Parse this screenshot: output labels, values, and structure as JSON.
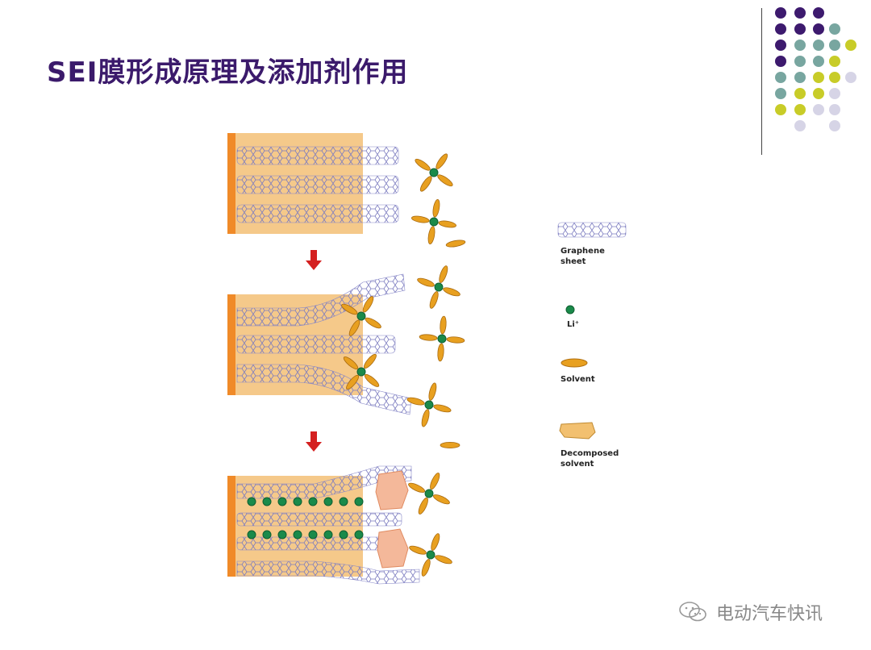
{
  "title": "SEI膜形成原理及添加剂作用",
  "legend": {
    "graphene": "Graphene\nsheet",
    "li": "Li⁺",
    "solvent": "Solvent",
    "decomposed": "Decomposed\nsolvent"
  },
  "watermark": "电动汽车快讯",
  "colors": {
    "title": "#3b1a6b",
    "electrode": "#f5c98a",
    "collector": "#f08a28",
    "solvent": "#e8a020",
    "lithium": "#1a8a4a",
    "arrow": "#d42020",
    "dot_purple": "#3d1a6e",
    "dot_teal": "#78a6a0",
    "dot_lime": "#c8cc28",
    "dot_lavender": "#d6d4e6"
  }
}
